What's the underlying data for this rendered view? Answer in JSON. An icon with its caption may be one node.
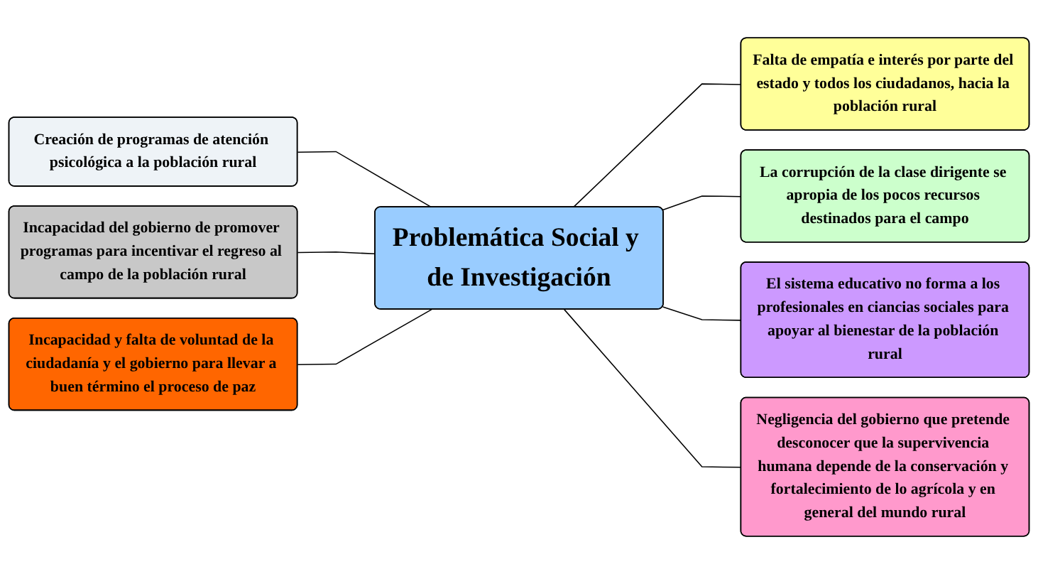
{
  "diagram": {
    "nodes": [
      {
        "text": [
          "Problemática Social y de Investigación"
        ]
      },
      {
        "text": [
          "Falta de empatía e interés por parte del estado y todos los ciudadanos, hacia la población rural"
        ]
      },
      {
        "text": [
          "Creación de programas de atención psicológica a la población rural"
        ]
      },
      {
        "text": [
          "La corrupción de la clase dirigente se apropia de los pocos recursos destinados para el campo"
        ]
      },
      {
        "text": [
          "Incapacidad del gobierno de promover programas para incentivar el regreso al campo de la población rural"
        ]
      },
      {
        "text": [
          "El sistema educativo no forma a los profesionales en ciancias sociales para apoyar al bienestar de la población rural"
        ]
      },
      {
        "text": [
          "Incapacidad y falta de voluntad de la ciudadanía y el gobierno para llevar a buen término el proceso de paz"
        ]
      },
      {
        "text": [
          "Negligencia del gobierno que pretende desconocer que la supervivencia humana depende de la conservación y fortalecimiento de lo agrícola y en general del mundo rural"
        ]
      }
    ],
    "edges": [
      {
        "from": 0,
        "to": 1,
        "arrow": "none"
      },
      {
        "from": 2,
        "to": 0,
        "arrow": "none"
      },
      {
        "from": 0,
        "to": 3,
        "arrow": "none"
      },
      {
        "from": 4,
        "to": 0,
        "arrow": "none"
      },
      {
        "from": 0,
        "to": 5,
        "arrow": "none"
      },
      {
        "from": 6,
        "to": 0,
        "arrow": "none"
      },
      {
        "from": 0,
        "to": 7,
        "arrow": "none"
      }
    ]
  }
}
